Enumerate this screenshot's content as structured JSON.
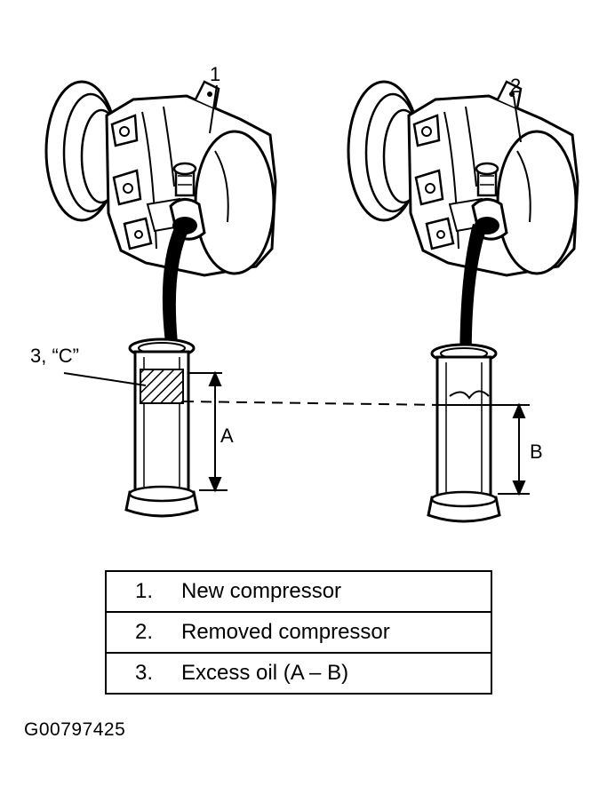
{
  "callouts": {
    "label_1": "1",
    "label_2": "2",
    "label_3": "3, “C”",
    "label_a": "A",
    "label_b": "B"
  },
  "legend": [
    {
      "num": "1.",
      "text": "New compressor"
    },
    {
      "num": "2.",
      "text": "Removed compressor"
    },
    {
      "num": "3.",
      "text": "Excess oil (A – B)"
    }
  ],
  "figure_code": "G00797425",
  "icons": [
    "compressor-icon",
    "oil-stream-icon",
    "graduated-cylinder-icon"
  ]
}
